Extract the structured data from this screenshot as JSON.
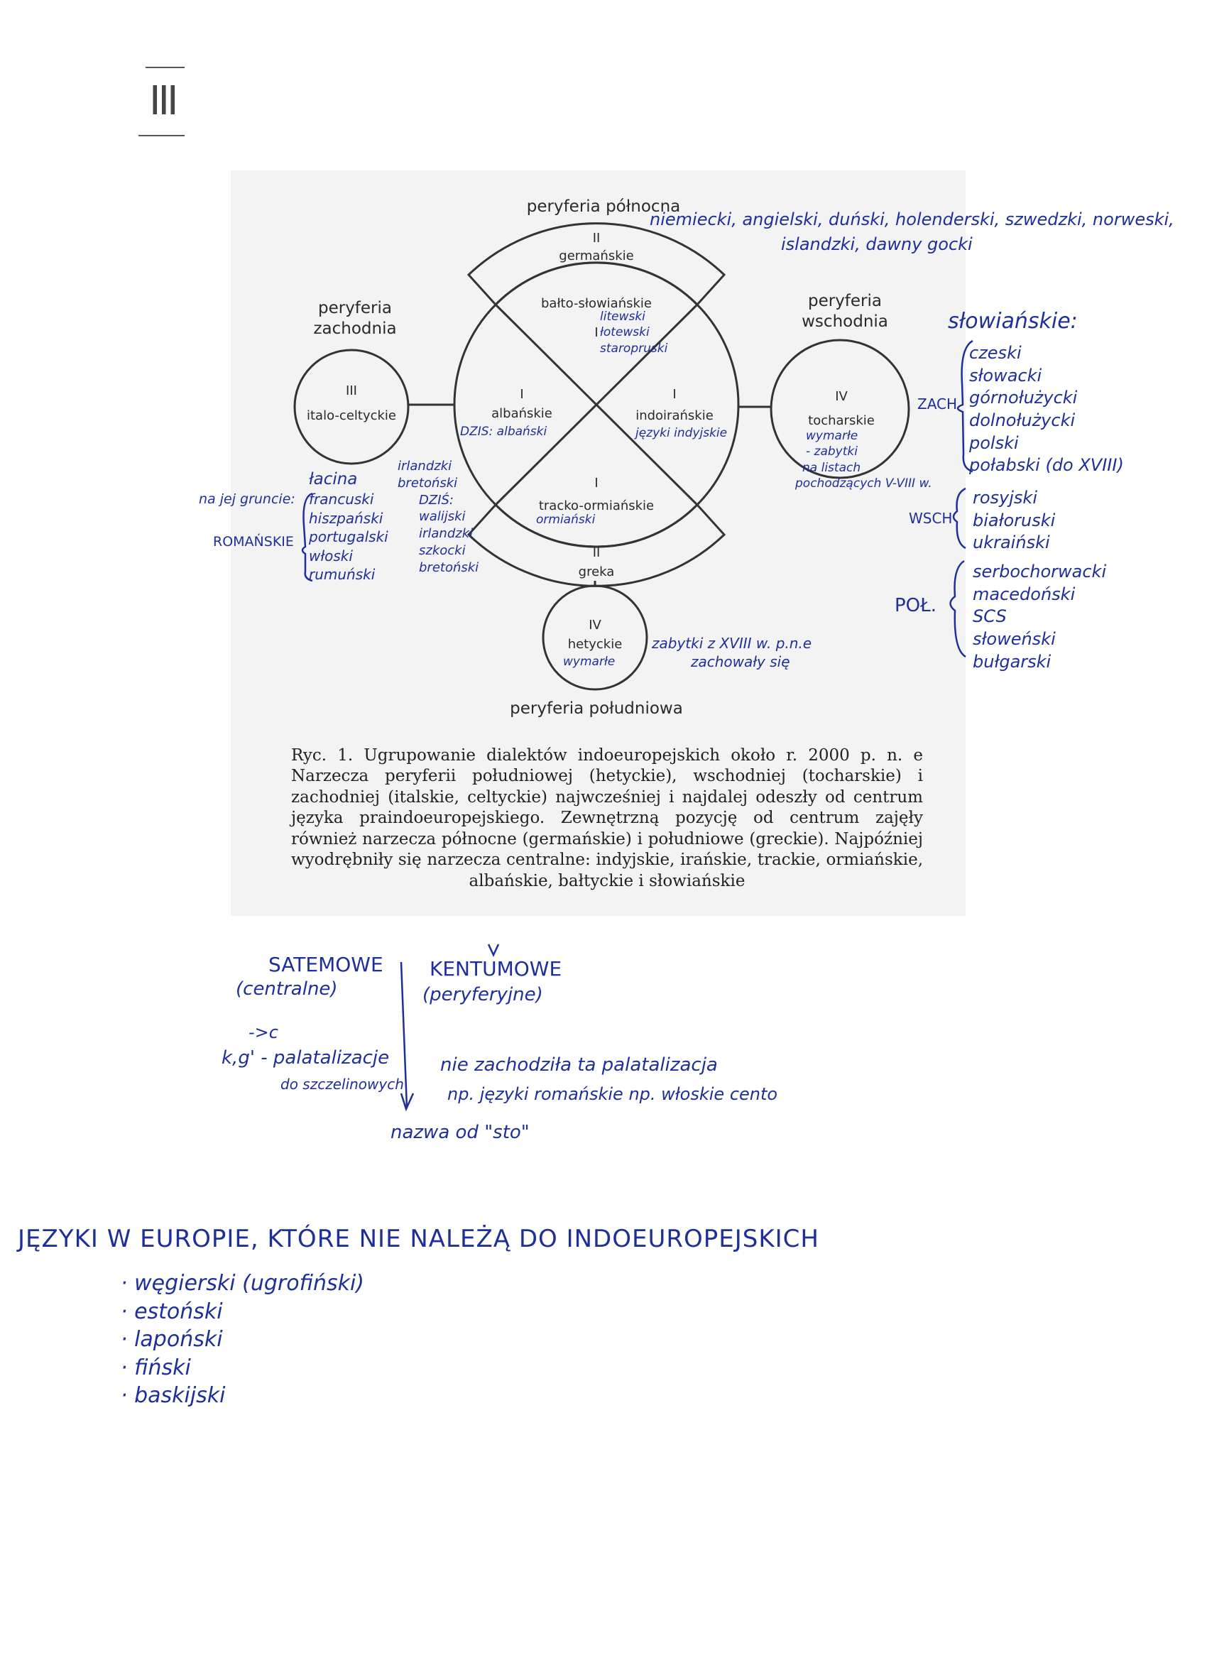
{
  "page": {
    "roman_mark": "III"
  },
  "figure": {
    "periphery": {
      "north": "peryferia północna",
      "west": "peryferia zachodnia",
      "east": "peryferia wschodnia",
      "south": "peryferia południowa"
    },
    "groups": {
      "germanic": {
        "num": "II",
        "name": "germańskie"
      },
      "balto_slavic": {
        "num": "I",
        "name": "bałto-słowiańskie"
      },
      "albanian": {
        "num": "I",
        "name": "albańskie"
      },
      "indo_iranian": {
        "num": "I",
        "name": "indoirańskie"
      },
      "thraco_armenian": {
        "num": "I",
        "name": "tracko-ormiańskie"
      },
      "greek": {
        "num": "II",
        "name": "greka"
      },
      "italo_celtic": {
        "num": "III",
        "name": "italo-celtyckie"
      },
      "tocharian": {
        "num": "IV",
        "name": "tocharskie"
      },
      "hittite": {
        "num": "IV",
        "name": "hetyckie"
      }
    },
    "caption": "Ryc. 1. Ugrupowanie dialektów indoeuropejskich około r. 2000 p. n. e Narzecza peryferii południowej (hetyckie), wschodniej (tocharskie) i zachodniej (italskie, celtyckie) najwcześniej i najdalej odeszły od centrum języka praindoeuropejskiego. Zewnętrzną pozycję od centrum zajęły również narzecza północne (germańskie) i południowe (greckie). Najpóźniej wyodrębniły się narzecza centralne: indyjskie, irańskie, trackie, ormiańskie, albańskie, bałtyckie i słowiańskie"
  },
  "notes": {
    "germanic_line1": "niemiecki, angielski, duński, holenderski, szwedzki, norweski,",
    "germanic_line2": "islandzki, dawny gocki",
    "balto": [
      "litewski",
      "łotewski",
      "staropruski"
    ],
    "albanian": "DZIS: albański",
    "indo": "języki indyjskie",
    "armenian": "ormiański",
    "tocharian": [
      "wymarłe",
      "- zabytki",
      "na listach",
      "pochodzących V-VIII w."
    ],
    "hittite": "wymarłe",
    "hittite_remains": [
      "zabytki z XVIII w. p.n.e",
      "zachowały się"
    ],
    "celtic": [
      "irlandzki",
      "bretoński",
      "DZIŚ:",
      "walijski",
      "irlandzki",
      "szkocki",
      "bretoński"
    ],
    "romance_prefix": "na jej gruncie:",
    "romance_label": "ROMAŃSKIE",
    "romance": [
      "łacina",
      "francuski",
      "hiszpański",
      "portugalski",
      "włoski",
      "rumuński"
    ],
    "slavic_title": "słowiańskie:",
    "zach_label": "ZACH",
    "zach": [
      "czeski",
      "słowacki",
      "górnołużycki",
      "dolnołużycki",
      "polski",
      "połabski (do XVIII)"
    ],
    "wsch_label": "WSCH",
    "wsch": [
      "rosyjski",
      "białoruski",
      "ukraiński"
    ],
    "pol_label": "POŁ.",
    "pol": [
      "serbochorwacki",
      "macedoński",
      "SCS",
      "słoweński",
      "bułgarski"
    ],
    "satem_title": "SATEMOWE",
    "satem_sub": "(centralne)",
    "kentum_title": "KENTUMOWE",
    "kentum_sub": "(peryferyjne)",
    "kg_arrow": "->c",
    "kg_line1": "k,g' - palatalizacje",
    "kg_line2": "do szczelinowych",
    "kentum_line1": "nie zachodziła ta palatalizacja",
    "kentum_line2": "np. języki romańskie np. włoskie cento",
    "satem_name": "nazwa od \"sto\"",
    "non_ie_title": "JĘZYKI W EUROPIE, KTÓRE NIE NALEŻĄ DO INDOEUROPEJSKICH",
    "non_ie": [
      "węgierski (ugrofiński)",
      "estoński",
      "lapoński",
      "fiński",
      "baskijski"
    ]
  },
  "colors": {
    "ink": "#1f2f9a",
    "print": "#2a2a2a",
    "scan_bg": "#f3f3f3"
  }
}
